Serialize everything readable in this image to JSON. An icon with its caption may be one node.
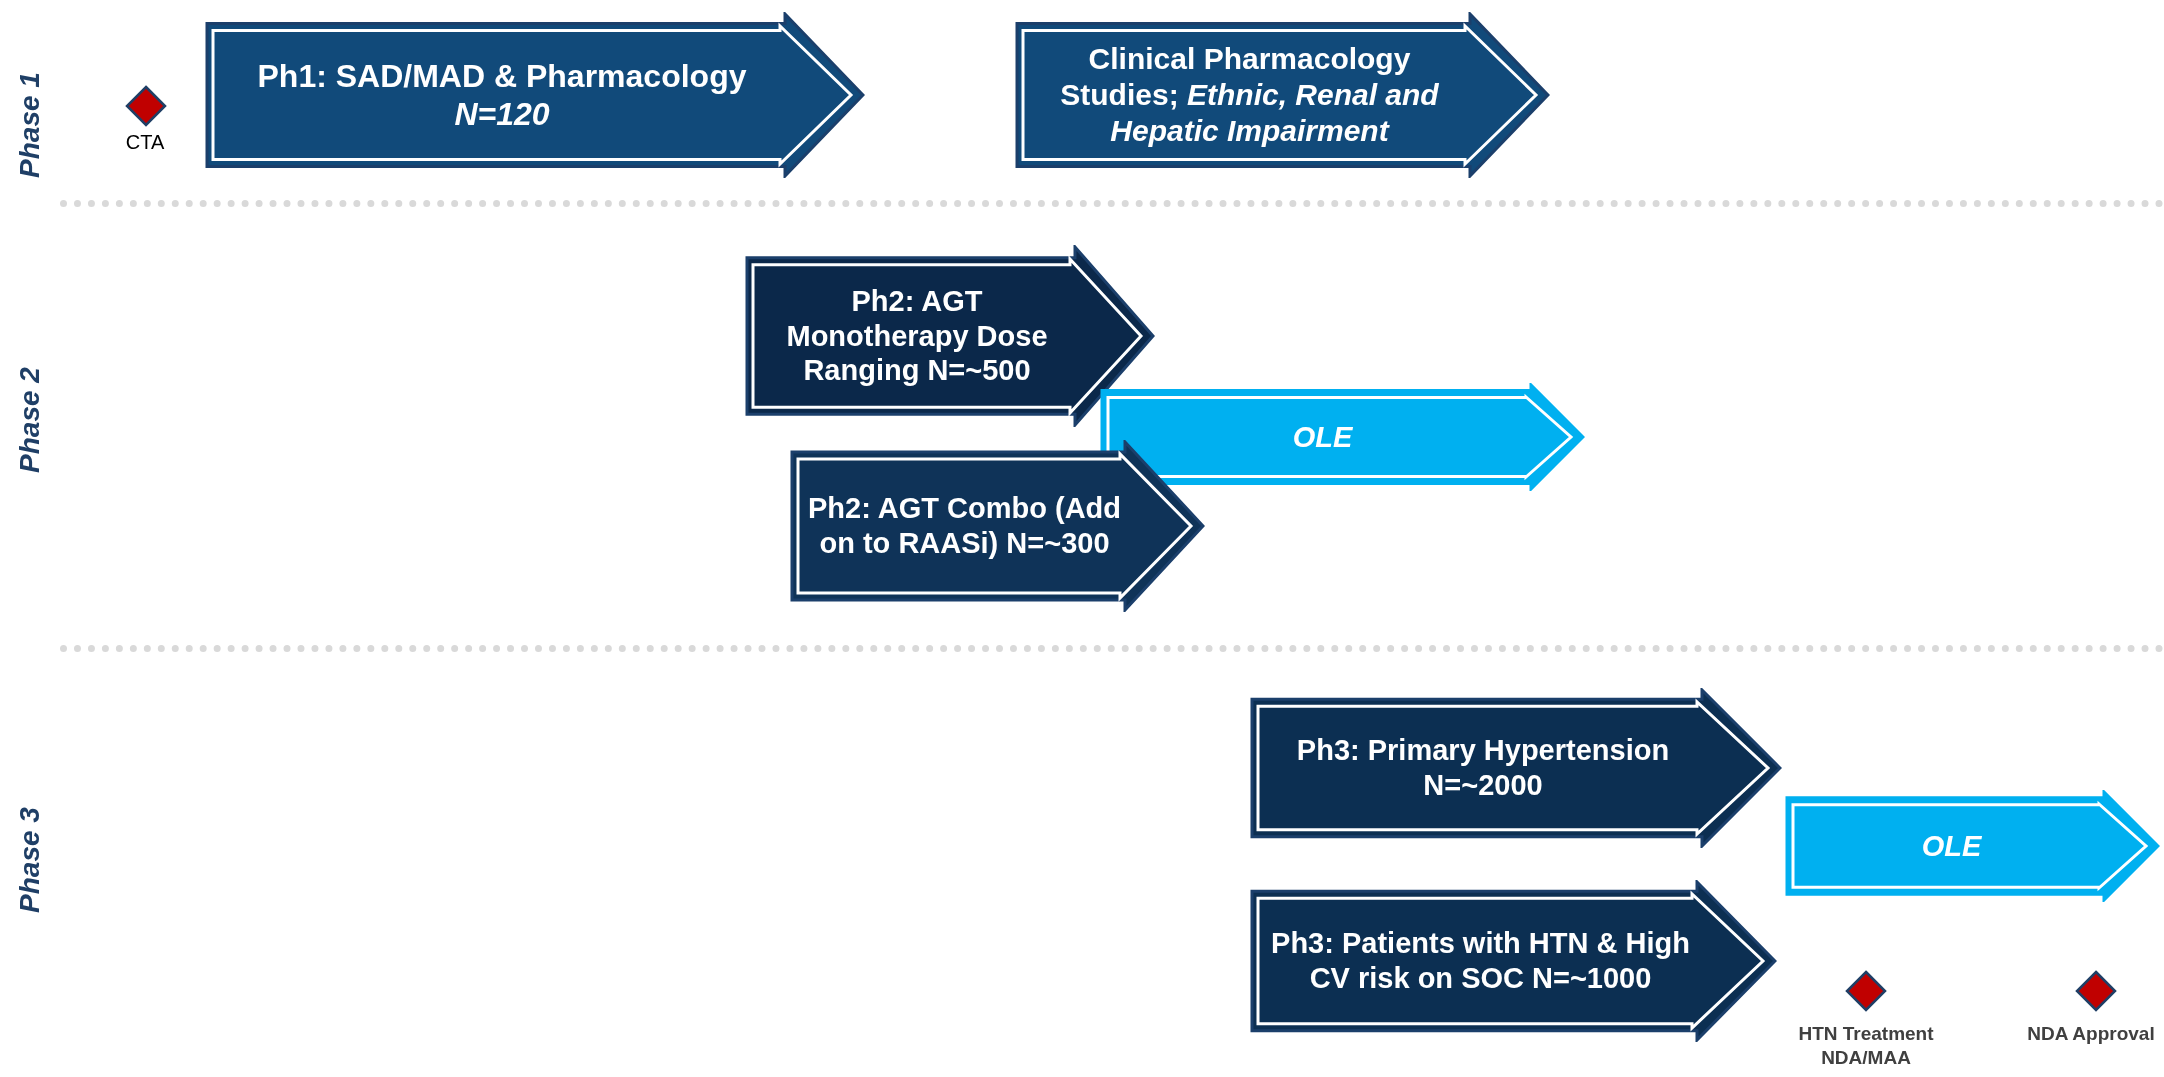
{
  "diagram": {
    "nodes": [
      {
        "text": [],
        "shape": "diamond",
        "beside": [
          "CTA"
        ]
      },
      {
        "text": [
          "Ph1: SAD/MAD  & Pharmacology *N=120*"
        ]
      },
      {
        "text": [
          "Clinical Pharmacology Studies; *Ethnic, Renal and Hepatic Impairment*"
        ]
      },
      {
        "text": [
          "Ph2: AGT Monotherapy Dose Ranging N=~500"
        ]
      },
      {
        "text": [
          "OLE"
        ]
      },
      {
        "text": [
          "Ph2: AGT Combo (Add on to RAASi) N=~300"
        ]
      },
      {
        "text": [
          "Ph3: Primary Hypertension N=~2000"
        ]
      },
      {
        "text": [
          "OLE"
        ]
      },
      {
        "text": [
          "Ph3:  Patients with HTN & High CV risk on SOC N=~1000"
        ]
      },
      {
        "text": [],
        "shape": "diamond",
        "beside": [
          "HTN Treatment NDA/MAA"
        ]
      },
      {
        "text": [],
        "shape": "diamond",
        "beside": [
          "NDA Approval"
        ]
      }
    ],
    "edges": [],
    "labels": [
      "Phase 1",
      "Phase 2",
      "Phase 3"
    ]
  }
}
